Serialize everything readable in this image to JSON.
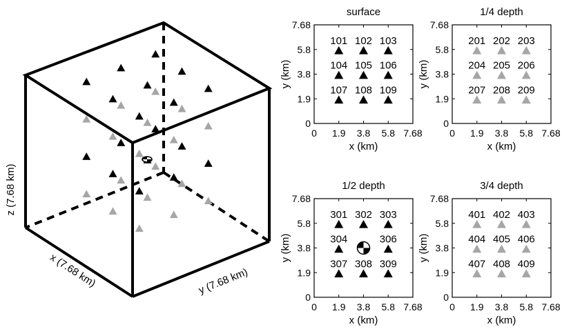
{
  "colors": {
    "black": "#000000",
    "gray": "#a6a6a6",
    "background": "#ffffff"
  },
  "cube": {
    "x_label": "x (7.68 km)",
    "y_label": "y (7.68 km)",
    "z_label": "z (7.68 km)",
    "front_marker_icon": "earthquake-source-small-icon"
  },
  "panels": [
    {
      "title": "surface",
      "x_label": "x (km)",
      "y_label": "y (km)",
      "x_ticks": [
        "0",
        "1.9",
        "3.8",
        "5.8",
        "7.68"
      ],
      "y_ticks": [
        "0",
        "1.9",
        "3.8",
        "5.8",
        "7.68"
      ],
      "station_color": "black",
      "stations": [
        "101",
        "102",
        "103",
        "104",
        "105",
        "106",
        "107",
        "108",
        "109"
      ],
      "source_marker": false
    },
    {
      "title": "1/4 depth",
      "x_label": "x (km)",
      "y_label": "y (km)",
      "x_ticks": [
        "0",
        "1.9",
        "3.8",
        "5.8",
        "7.68"
      ],
      "y_ticks": [
        "0",
        "1.9",
        "3.8",
        "5.8",
        "7.68"
      ],
      "station_color": "gray",
      "stations": [
        "201",
        "202",
        "203",
        "204",
        "205",
        "206",
        "207",
        "208",
        "209"
      ],
      "source_marker": false
    },
    {
      "title": "1/2 depth",
      "x_label": "x (km)",
      "y_label": "y (km)",
      "x_ticks": [
        "0",
        "1.9",
        "3.8",
        "5.8",
        "7.68"
      ],
      "y_ticks": [
        "0",
        "1.9",
        "3.8",
        "5.8",
        "7.68"
      ],
      "station_color": "black",
      "stations": [
        "301",
        "302",
        "303",
        "304",
        "",
        "306",
        "307",
        "308",
        "309"
      ],
      "source_marker": true,
      "source_icon": "beach-ball-icon"
    },
    {
      "title": "3/4 depth",
      "x_label": "x (km)",
      "y_label": "y (km)",
      "x_ticks": [
        "0",
        "1.9",
        "3.8",
        "5.8",
        "7.68"
      ],
      "y_ticks": [
        "0",
        "1.9",
        "3.8",
        "5.8",
        "7.68"
      ],
      "station_color": "gray",
      "stations": [
        "401",
        "402",
        "403",
        "404",
        "405",
        "406",
        "407",
        "408",
        "409"
      ],
      "source_marker": false
    }
  ]
}
